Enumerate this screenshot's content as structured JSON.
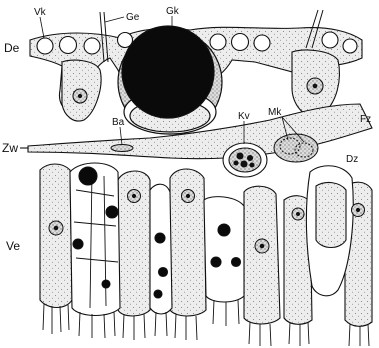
{
  "figure": {
    "labels": {
      "vk": "Vk",
      "ge": "Ge",
      "gk": "Gk",
      "de": "De",
      "ba": "Ba",
      "kv": "Kv",
      "mk": "Mk",
      "fz": "Fz",
      "zw": "Zw",
      "dz": "Dz",
      "ve": "Ve"
    },
    "colors": {
      "ink": "#111111",
      "cell_fill": "#ececec",
      "background": "#ffffff"
    }
  }
}
